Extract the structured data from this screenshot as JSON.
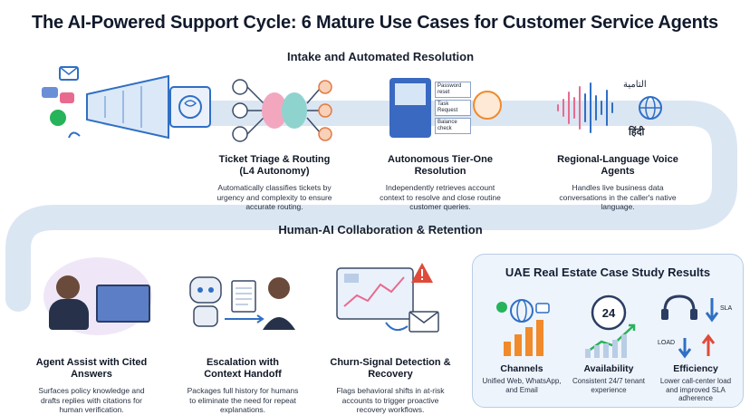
{
  "title": "The AI-Powered Support Cycle: 6 Mature Use Cases for Customer Service Agents",
  "sections": {
    "top": "Intake and Automated Resolution",
    "bottom": "Human-AI Collaboration & Retention"
  },
  "top_cards": [
    {
      "title": "Ticket Triage & Routing (L4 Autonomy)",
      "desc": "Automatically classifies tickets by urgency and complexity to ensure accurate routing."
    },
    {
      "title": "Autonomous Tier-One Resolution",
      "desc": "Independently retrieves account context to resolve and close routine customer queries."
    },
    {
      "title": "Regional-Language Voice Agents",
      "desc": "Handles live business data conversations in the caller's native language."
    }
  ],
  "bottom_cards": [
    {
      "title": "Agent Assist with Cited Answers",
      "desc": "Surfaces policy knowledge and drafts replies with citations for human verification."
    },
    {
      "title": "Escalation with Context Handoff",
      "desc": "Packages full history for humans to eliminate the need for repeat explanations."
    },
    {
      "title": "Churn-Signal Detection & Recovery",
      "desc": "Flags behavioral shifts in at-risk accounts to trigger proactive recovery workflows."
    }
  ],
  "kiosk_notes": [
    "Password reset",
    "Task Request",
    "Balance check"
  ],
  "voice_labels": {
    "arabic": "التامية",
    "hindi": "हिंदी"
  },
  "case_study": {
    "title": "UAE Real Estate Case Study Results",
    "availability_number": "24",
    "efficiency_labels": {
      "sla": "SLA",
      "load": "LOAD"
    },
    "columns": [
      {
        "title": "Channels",
        "desc": "Unified Web, WhatsApp, and Email"
      },
      {
        "title": "Availability",
        "desc": "Consistent 24/7 tenant experience"
      },
      {
        "title": "Efficiency",
        "desc": "Lower call-center load and improved SLA adherence"
      }
    ]
  },
  "colors": {
    "flow": "#dbe6f3",
    "accent_blue": "#2f6fc4",
    "accent_orange": "#f08a2a",
    "brain_pink": "#e86b8f",
    "brain_teal": "#3fb3b0"
  }
}
